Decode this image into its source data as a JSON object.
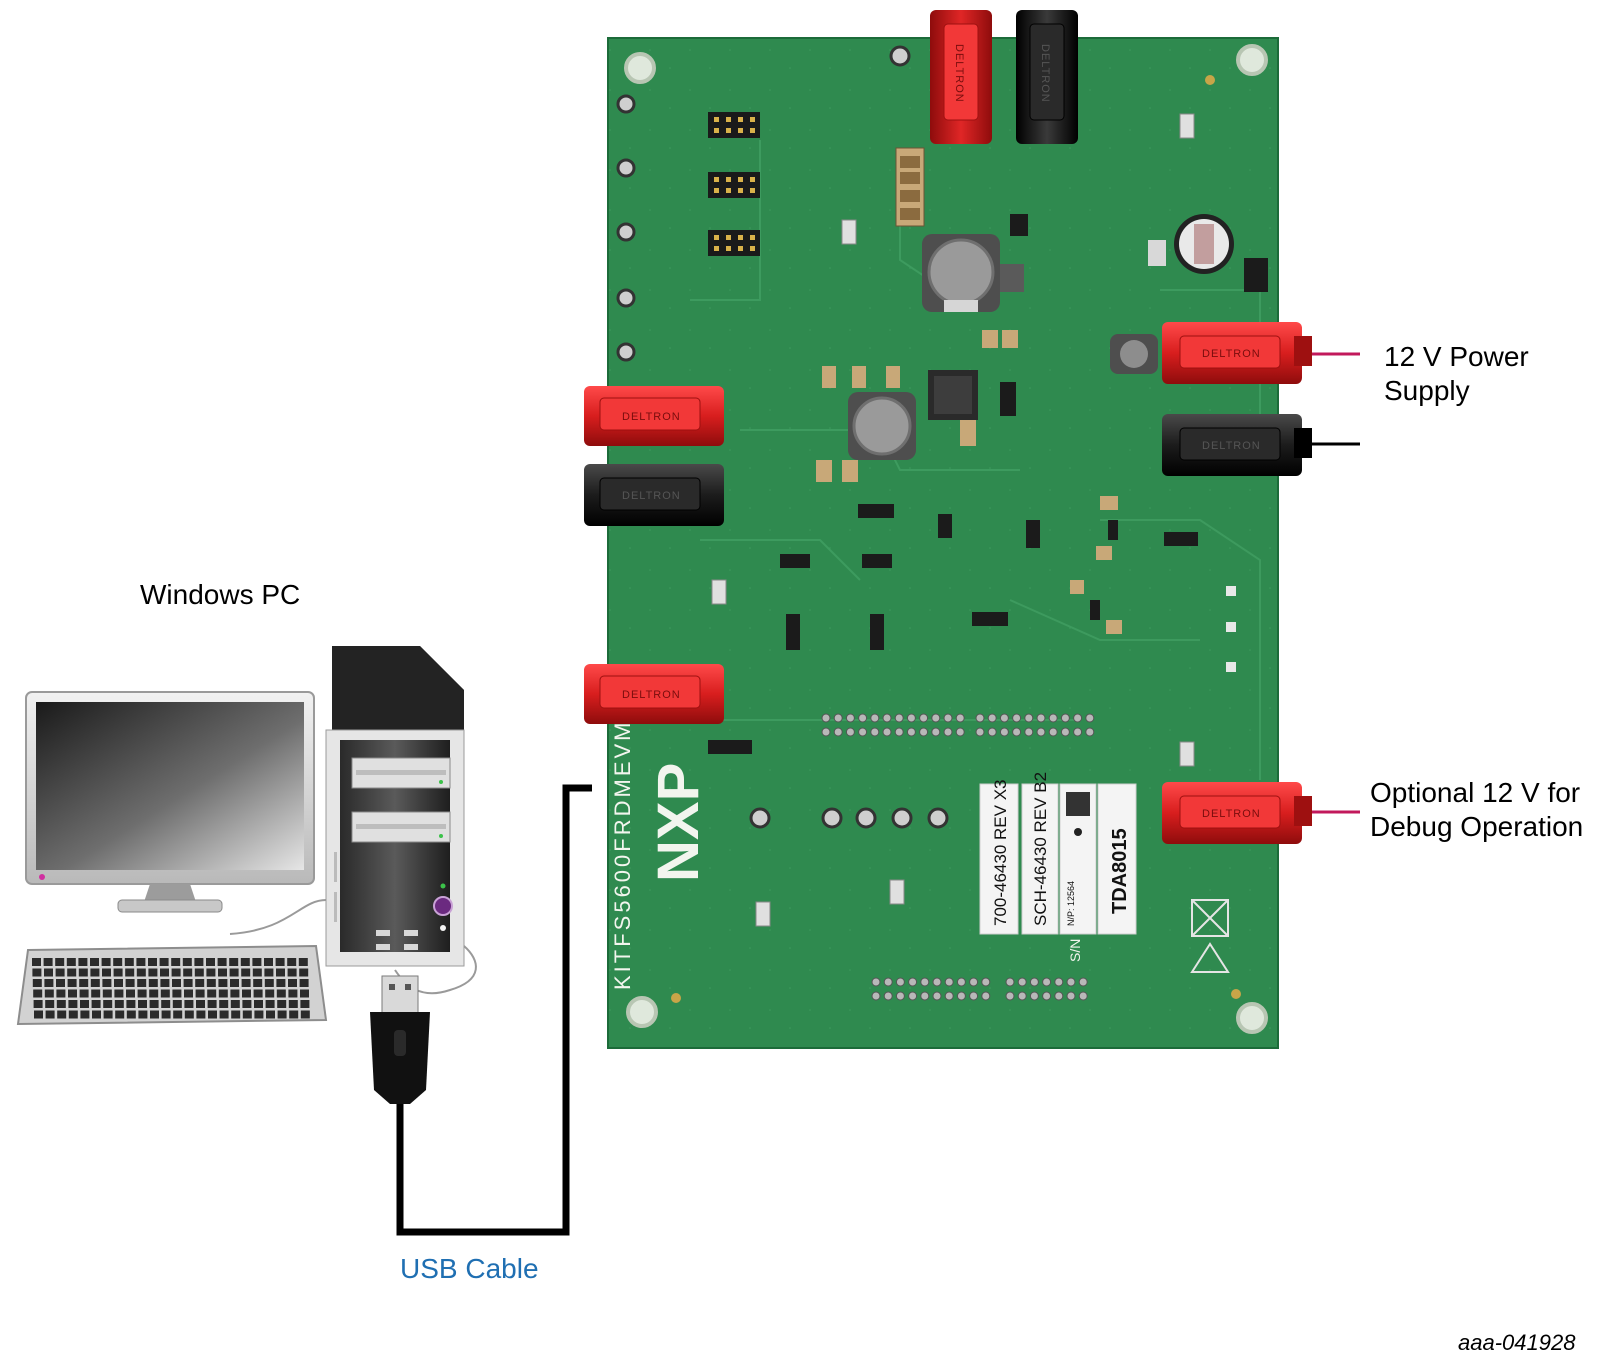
{
  "labels": {
    "windows_pc": "Windows PC",
    "usb_cable": "USB Cable",
    "power_supply": "12 V Power Supply",
    "debug_supply": "Optional 12 V for Debug Operation",
    "figure_id": "aaa-041928"
  },
  "board": {
    "name": "KITFS5600FRDMEVM",
    "logo": "NXP",
    "label_1": "700-46430 REV X3",
    "label_2": "SCH-46430 REV B2",
    "label_3": "TDA8015",
    "label_4": "N/P: 12564",
    "sn": "S/N",
    "brand": "DELTRON"
  },
  "colors": {
    "board_green": "#2e8b4e",
    "usb_label_blue": "#1f6fb2",
    "power_lead": "#c2185b",
    "ground_lead": "#000000",
    "jack_red": "#d81e1e",
    "jack_black": "#1c1c1c"
  }
}
